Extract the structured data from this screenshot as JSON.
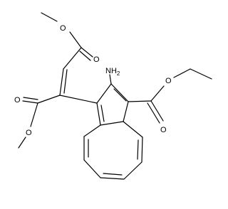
{
  "diagram": {
    "atoms": {
      "oxygen": "O",
      "nitrogen": "NH",
      "nitrogen_subscript": "2"
    }
  }
}
